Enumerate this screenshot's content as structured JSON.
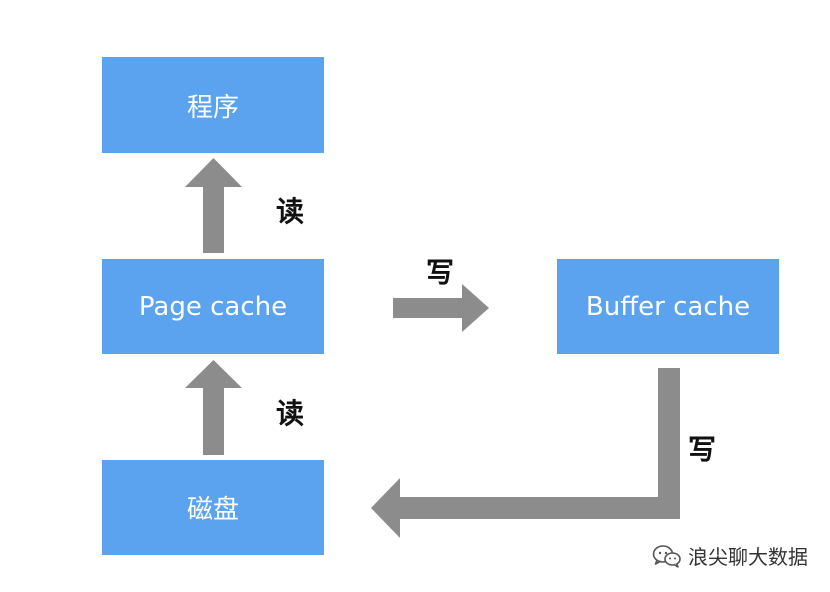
{
  "colors": {
    "box_fill": "#5ba3ef",
    "box_text": "#ffffff",
    "arrow": "#8c8c8c",
    "label": "#111111"
  },
  "boxes": {
    "program": "程序",
    "page_cache": "Page cache",
    "disk": "磁盘",
    "buffer_cache": "Buffer cache"
  },
  "labels": {
    "read_top": "读",
    "read_bottom": "读",
    "write_right": "写",
    "write_down": "写"
  },
  "watermark": {
    "icon": "wechat-icon",
    "text": "浪尖聊大数据"
  }
}
